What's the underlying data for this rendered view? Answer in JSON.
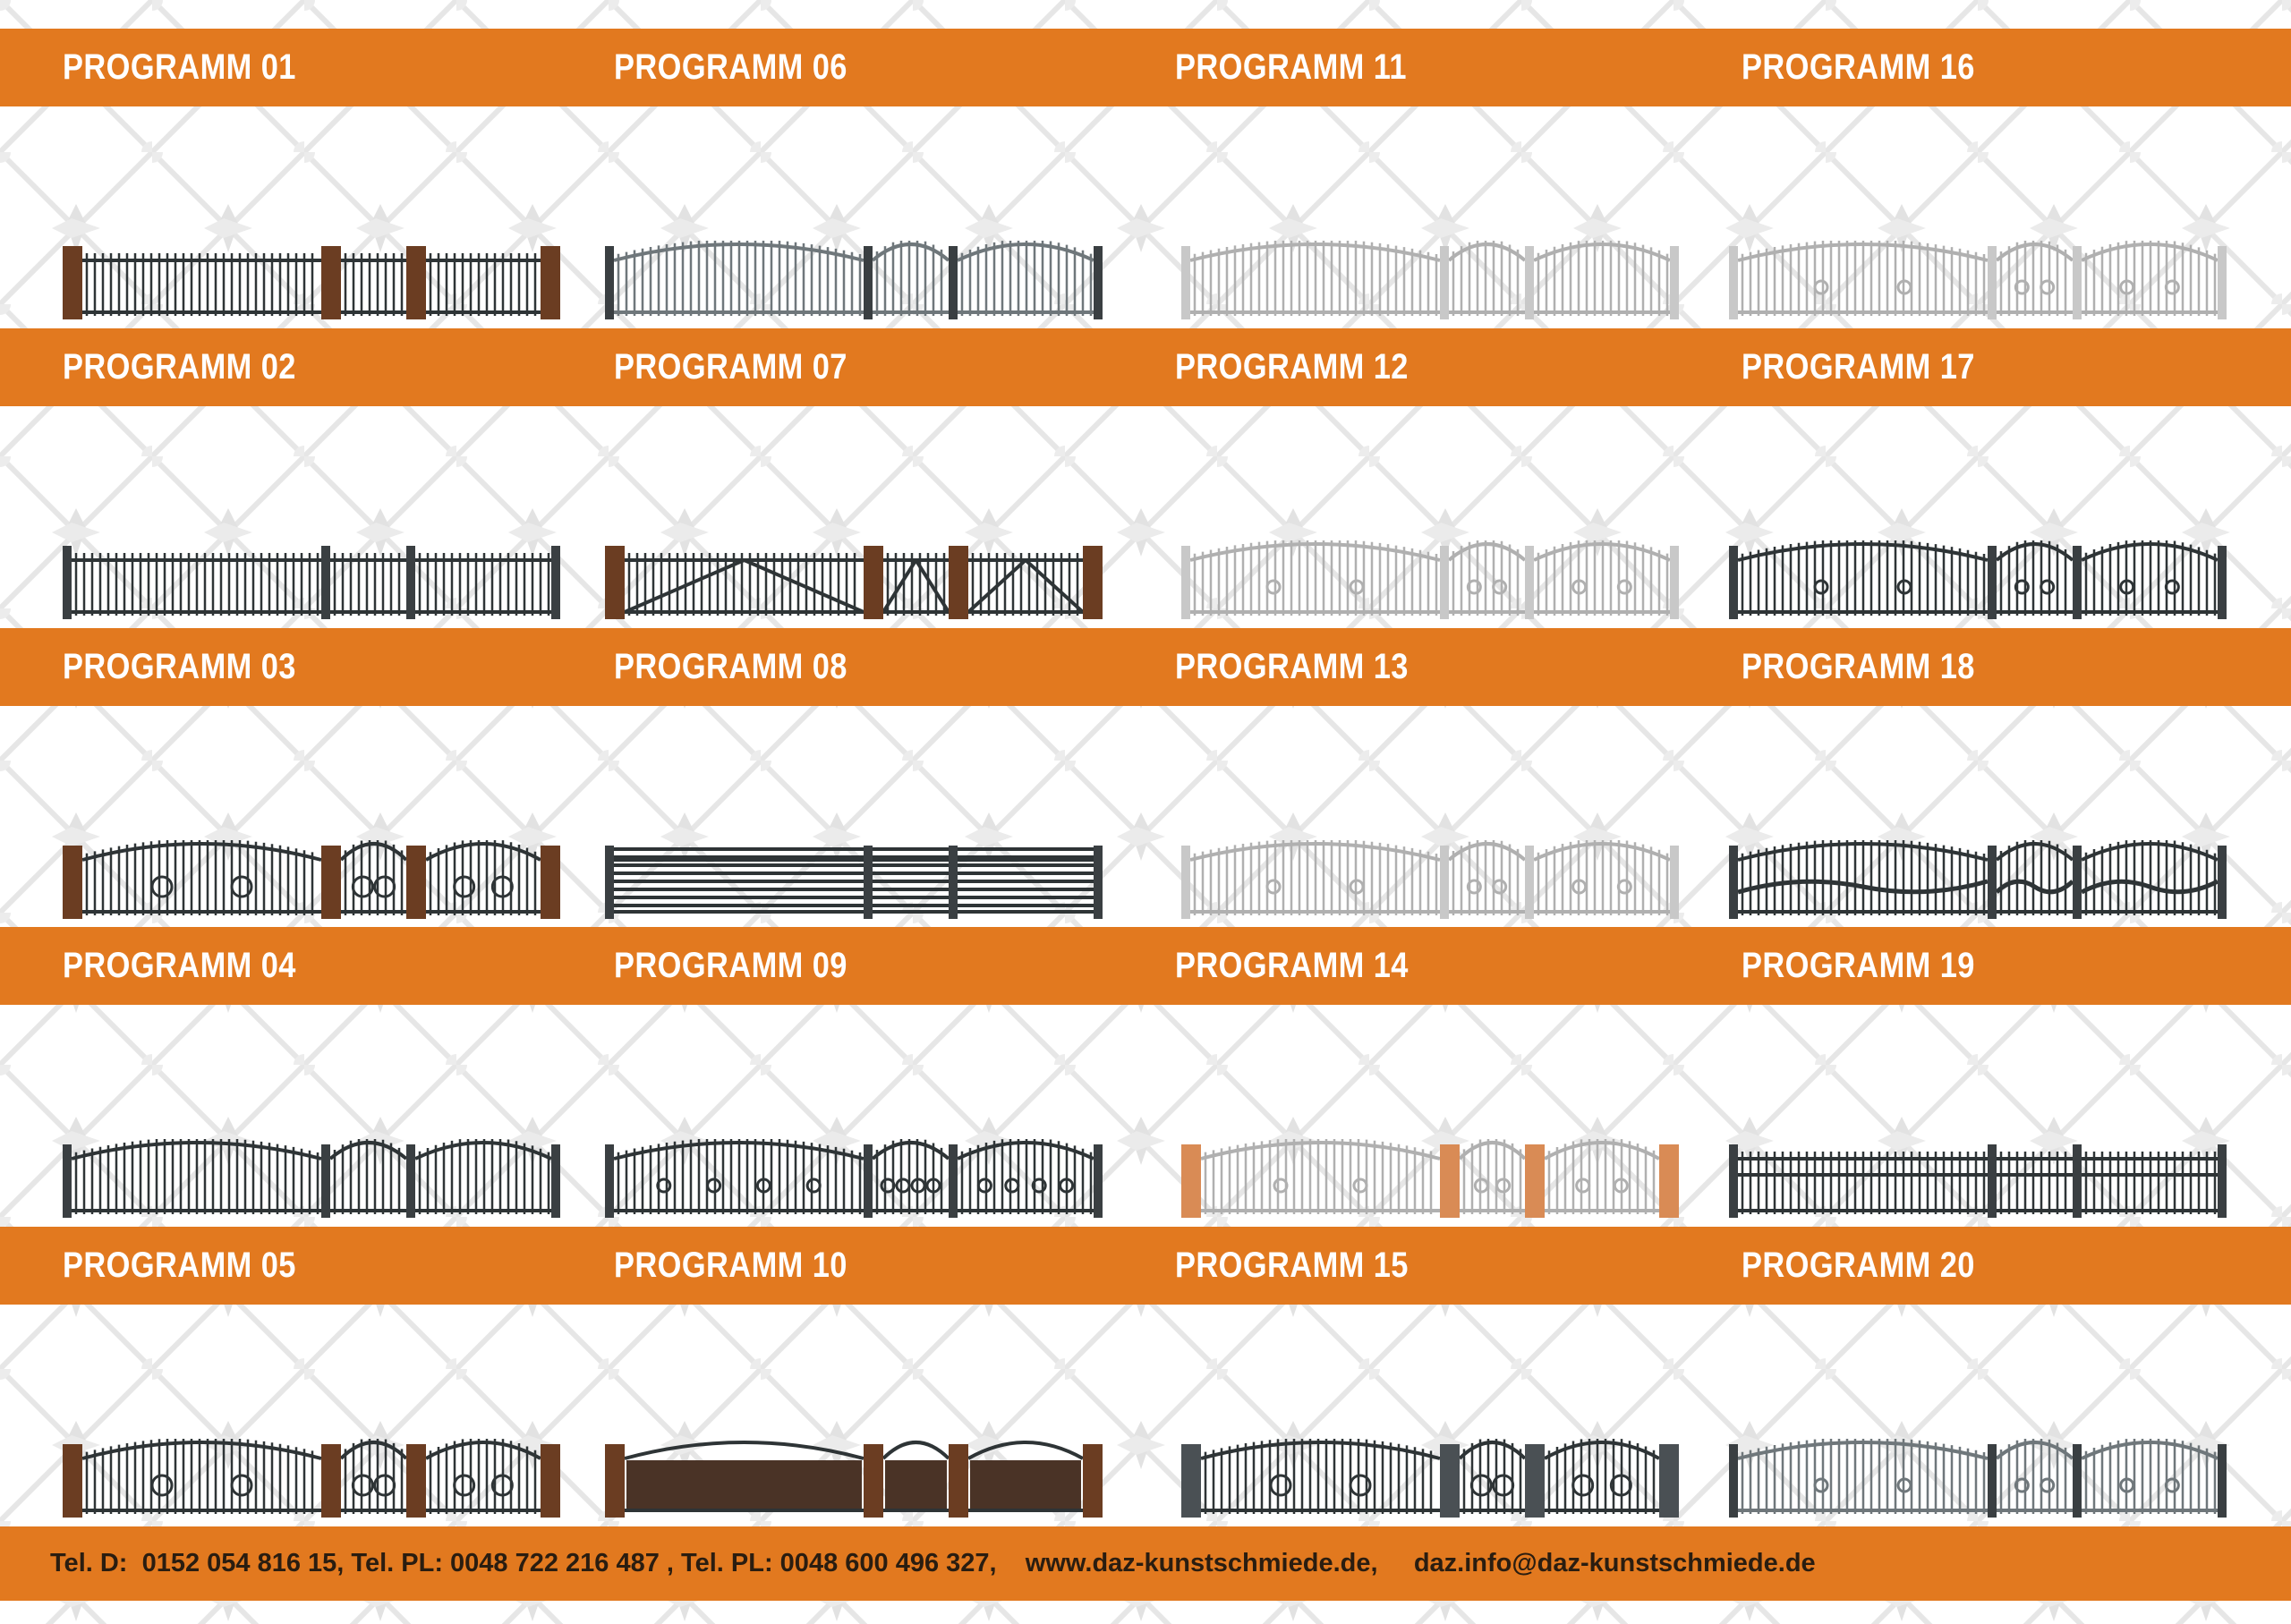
{
  "catalog": {
    "programs": [
      {
        "label": "PROGRAMM 01",
        "style": "plain",
        "posts": "brick",
        "tone": "dark",
        "arch": "flat"
      },
      {
        "label": "PROGRAMM 02",
        "style": "plain",
        "posts": "metal",
        "tone": "dark",
        "arch": "flat"
      },
      {
        "label": "PROGRAMM 03",
        "style": "rosette",
        "posts": "brick",
        "tone": "dark",
        "arch": "arch"
      },
      {
        "label": "PROGRAMM 04",
        "style": "plain",
        "posts": "metal",
        "tone": "dark",
        "arch": "arch"
      },
      {
        "label": "PROGRAMM 05",
        "style": "rosette",
        "posts": "brick",
        "tone": "dark",
        "arch": "arch"
      },
      {
        "label": "PROGRAMM 06",
        "style": "plain",
        "posts": "metal",
        "tone": "mid",
        "arch": "arch"
      },
      {
        "label": "PROGRAMM 07",
        "style": "diagonal",
        "posts": "brick",
        "tone": "dark",
        "arch": "flat"
      },
      {
        "label": "PROGRAMM 08",
        "style": "horizontal",
        "posts": "metal",
        "tone": "dark",
        "arch": "flat"
      },
      {
        "label": "PROGRAMM 09",
        "style": "crosses",
        "posts": "metal",
        "tone": "dark",
        "arch": "arch"
      },
      {
        "label": "PROGRAMM 10",
        "style": "solid",
        "posts": "brick",
        "tone": "dark",
        "arch": "arch"
      },
      {
        "label": "PROGRAMM 11",
        "style": "plain",
        "posts": "metal",
        "tone": "light",
        "arch": "arch"
      },
      {
        "label": "PROGRAMM 12",
        "style": "ornament",
        "posts": "metal",
        "tone": "light",
        "arch": "arch"
      },
      {
        "label": "PROGRAMM 13",
        "style": "ornament",
        "posts": "metal",
        "tone": "light",
        "arch": "arch"
      },
      {
        "label": "PROGRAMM 14",
        "style": "ornament",
        "posts": "orangebrick",
        "tone": "light",
        "arch": "arch"
      },
      {
        "label": "PROGRAMM 15",
        "style": "rosette",
        "posts": "slate",
        "tone": "dark",
        "arch": "arch"
      },
      {
        "label": "PROGRAMM 16",
        "style": "ornament",
        "posts": "metal",
        "tone": "light",
        "arch": "arch"
      },
      {
        "label": "PROGRAMM 17",
        "style": "ornament",
        "posts": "metal",
        "tone": "dark",
        "arch": "arch"
      },
      {
        "label": "PROGRAMM 18",
        "style": "wave",
        "posts": "metal",
        "tone": "dark",
        "arch": "arch"
      },
      {
        "label": "PROGRAMM 19",
        "style": "panel",
        "posts": "metal",
        "tone": "dark",
        "arch": "flat"
      },
      {
        "label": "PROGRAMM 20",
        "style": "ornament",
        "posts": "metal",
        "tone": "mid",
        "arch": "arch"
      }
    ]
  },
  "footer": {
    "text": "Tel. D:  0152 054 816 15, Tel. PL: 0048 722 216 487 , Tel. PL: 0048 600 496 327,    www.daz-kunstschmiede.de,     daz.info@daz-kunstschmiede.de"
  },
  "colors": {
    "band": "#e2791f",
    "brick": "#6b3d22",
    "orange_brick": "#d98b55",
    "iron_dark": "#2e3436",
    "iron_light": "#a8a8a8"
  }
}
